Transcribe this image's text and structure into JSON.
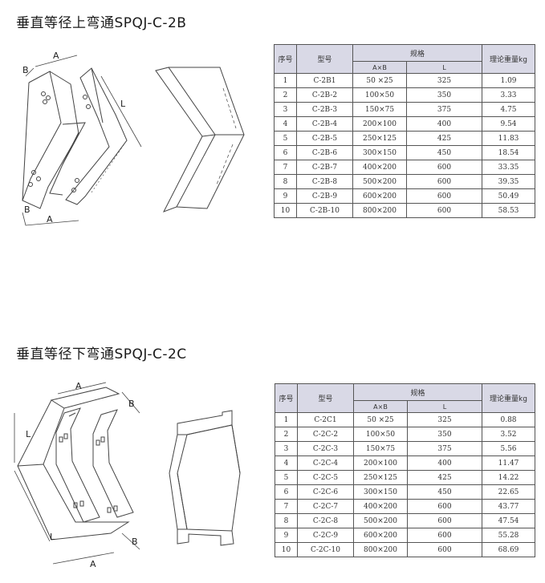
{
  "sections": [
    {
      "title": "垂直等径上弯通SPQJ-C-2B",
      "dims": {
        "A": "A",
        "B": "B",
        "L": "L"
      },
      "table": {
        "headers": {
          "seq": "序号",
          "model": "型号",
          "spec": "规格",
          "axb": "A×B",
          "l": "L",
          "weight": "理论重量kg"
        },
        "rows": [
          [
            "1",
            "C-2B1",
            "50 ×25",
            "325",
            "1.09"
          ],
          [
            "2",
            "C-2B-2",
            "100×50",
            "350",
            "3.33"
          ],
          [
            "3",
            "C-2B-3",
            "150×75",
            "375",
            "4.75"
          ],
          [
            "4",
            "C-2B-4",
            "200×100",
            "400",
            "9.54"
          ],
          [
            "5",
            "C-2B-5",
            "250×125",
            "425",
            "11.83"
          ],
          [
            "6",
            "C-2B-6",
            "300×150",
            "450",
            "18.54"
          ],
          [
            "7",
            "C-2B-7",
            "400×200",
            "600",
            "33.35"
          ],
          [
            "8",
            "C-2B-8",
            "500×200",
            "600",
            "39.35"
          ],
          [
            "9",
            "C-2B-9",
            "600×200",
            "600",
            "50.49"
          ],
          [
            "10",
            "C-2B-10",
            "800×200",
            "600",
            "58.53"
          ]
        ]
      }
    },
    {
      "title": "垂直等径下弯通SPQJ-C-2C",
      "dims": {
        "A": "A",
        "B": "B",
        "L": "L"
      },
      "table": {
        "headers": {
          "seq": "序号",
          "model": "型号",
          "spec": "规格",
          "axb": "A×B",
          "l": "L",
          "weight": "理论重量kg"
        },
        "rows": [
          [
            "1",
            "C-2C1",
            "50 ×25",
            "325",
            "0.88"
          ],
          [
            "2",
            "C-2C-2",
            "100×50",
            "350",
            "3.52"
          ],
          [
            "3",
            "C-2C-3",
            "150×75",
            "375",
            "5.56"
          ],
          [
            "4",
            "C-2C-4",
            "200×100",
            "400",
            "11.47"
          ],
          [
            "5",
            "C-2C-5",
            "250×125",
            "425",
            "14.22"
          ],
          [
            "6",
            "C-2C-6",
            "300×150",
            "450",
            "22.65"
          ],
          [
            "7",
            "C-2C-7",
            "400×200",
            "600",
            "43.77"
          ],
          [
            "8",
            "C-2C-8",
            "500×200",
            "600",
            "47.54"
          ],
          [
            "9",
            "C-2C-9",
            "600×200",
            "600",
            "55.28"
          ],
          [
            "10",
            "C-2C-10",
            "800×200",
            "600",
            "68.69"
          ]
        ]
      }
    }
  ]
}
